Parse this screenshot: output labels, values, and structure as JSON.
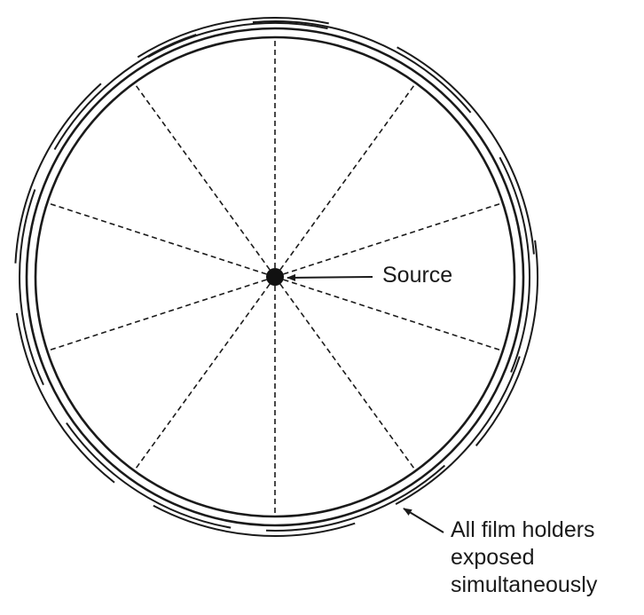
{
  "labels": {
    "source": "Source",
    "film_holders": {
      "line1": "All film holders",
      "line2": "exposed",
      "line3": "simultaneously"
    }
  },
  "diagram": {
    "radial_line_count": 10,
    "ink_color": "#1a1a1a"
  }
}
